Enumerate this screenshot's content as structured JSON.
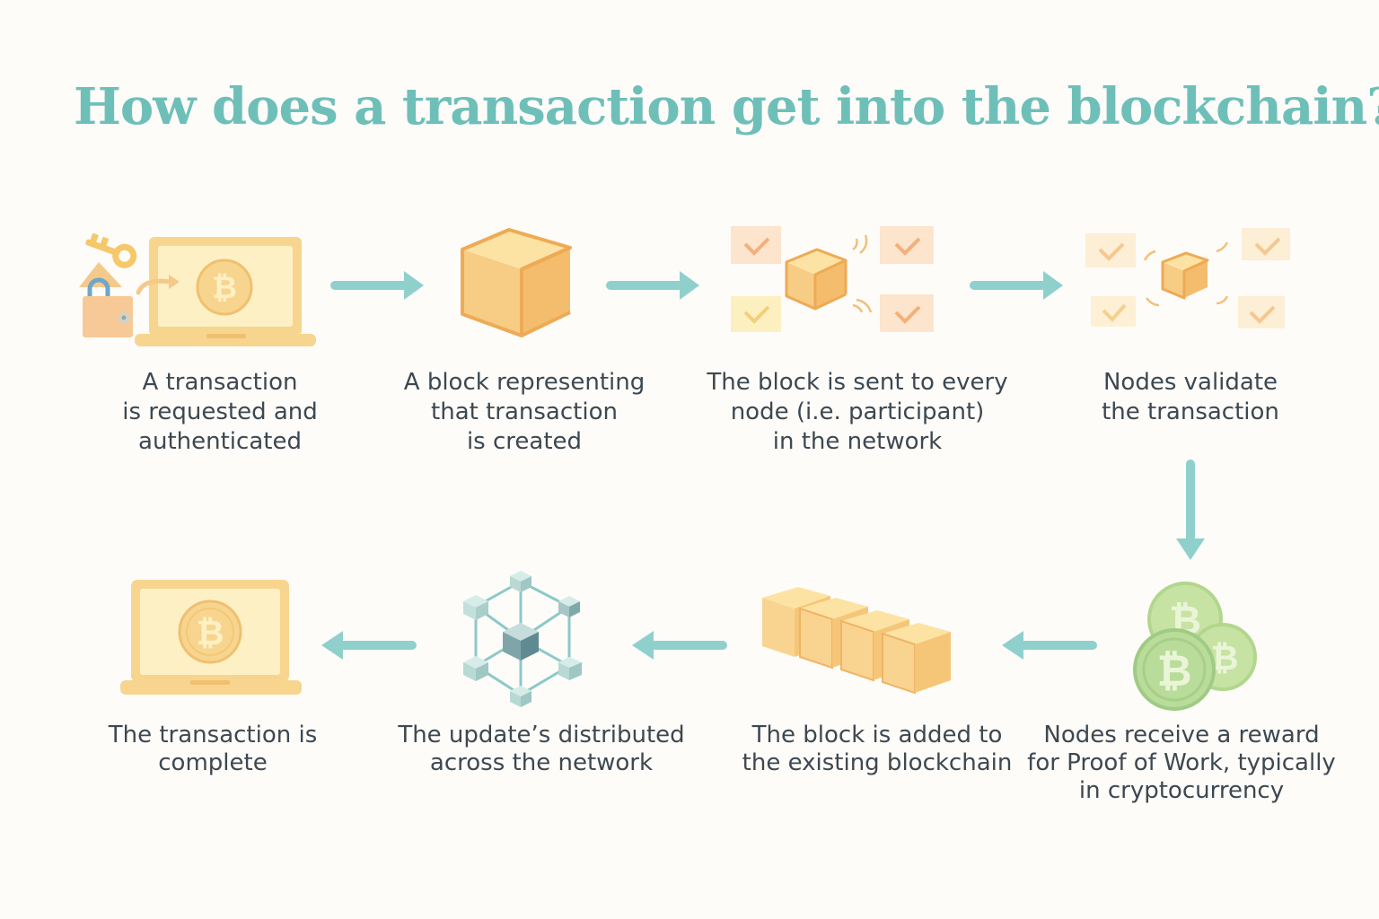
{
  "title": "How does a transaction get into the blockchain?",
  "steps": [
    {
      "label": "A transaction\nis requested and\nauthenticated"
    },
    {
      "label": "A block representing\nthat transaction\nis created"
    },
    {
      "label": "The block is sent to every\nnode (i.e. participant)\nin the network"
    },
    {
      "label": "Nodes validate\nthe transaction"
    },
    {
      "label": "Nodes receive a reward\nfor Proof of Work, typically\nin cryptocurrency"
    },
    {
      "label": "The block is added to\nthe existing blockchain"
    },
    {
      "label": "The update’s distributed\nacross the network"
    },
    {
      "label": "The transaction is\ncomplete"
    }
  ],
  "icons": {
    "step1": "laptop-bitcoin-key-lock-icon",
    "step2": "cube-block-icon",
    "step3": "block-broadcast-nodes-icon",
    "step4": "nodes-validate-icon",
    "step5": "bitcoin-coins-icon",
    "step6": "blockchain-blocks-icon",
    "step7": "network-distributed-icon",
    "step8": "laptop-bitcoin-icon"
  },
  "coin_symbol": "₿",
  "colors": {
    "accent": "#6fbfb9",
    "arrow": "#8fd0cd",
    "block": "#f7cc85",
    "block_edge": "#eeaa55",
    "screen": "#fdf0c4",
    "coin": "#b9dc9a",
    "network": "#8cc9c9"
  }
}
